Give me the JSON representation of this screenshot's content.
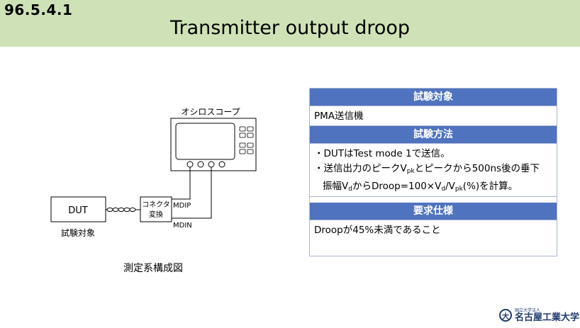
{
  "header": {
    "section_number": "96.5.4.1",
    "title": "Transmitter output droop"
  },
  "diagram": {
    "oscilloscope_label": "オシロスコープ",
    "connector_label_line1": "コネクタ",
    "connector_label_line2": "変換",
    "dut_label": "DUT",
    "dut_caption": "試験対象",
    "mdip_label": "MDIP",
    "mdin_label": "MDIN",
    "caption": "測定系構成図"
  },
  "table": {
    "target_header": "試験対象",
    "target_value": "PMA送信機",
    "method_header": "試験方法",
    "method_line1": "・DUTはTest mode 1で送信。",
    "method_line2_a": "・送信出力のピークV",
    "method_line2_sub": "pk",
    "method_line2_b": "とピークから500ns後の垂下",
    "method_line3_a": "振幅V",
    "method_line3_sub1": "d",
    "method_line3_b": "からDroop=100×V",
    "method_line3_sub2": "d",
    "method_line3_c": "/V",
    "method_line3_sub3": "pk",
    "method_line3_d": "(%)を計算。",
    "requirement_header": "要求仕様",
    "requirement_value": "Droopが45%未満であること"
  },
  "logo": {
    "mark": "大",
    "small_text": "国立大学法人",
    "name": "名古屋工業大学"
  },
  "colors": {
    "header_bg": "#cfe2b7",
    "table_header_bg": "#4f73be",
    "table_border": "#a9b5d4",
    "logo_color": "#1f3a6e"
  }
}
